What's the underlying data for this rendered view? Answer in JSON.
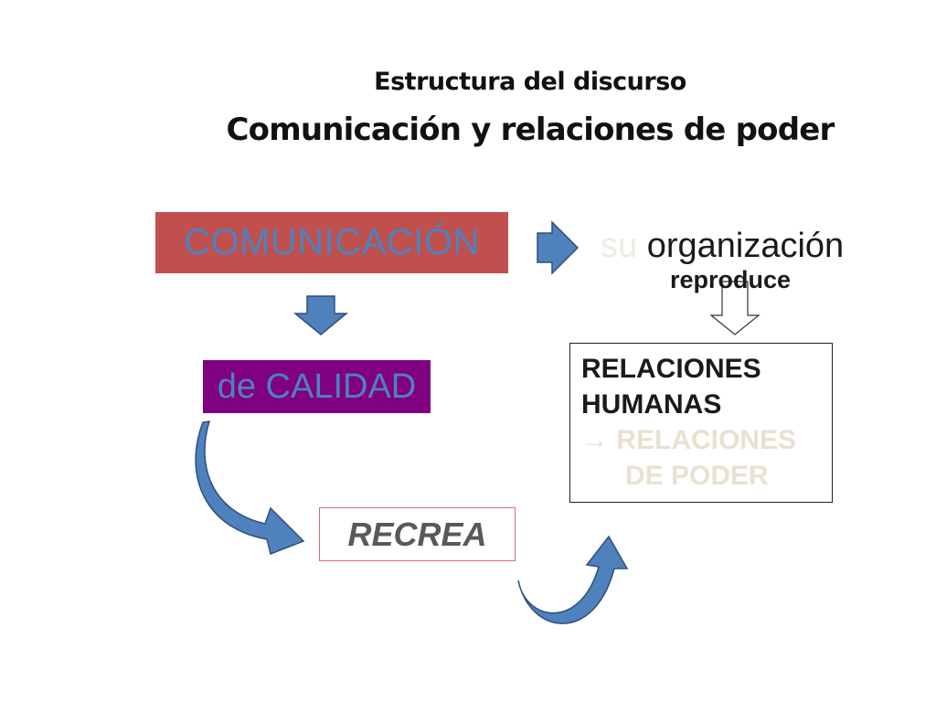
{
  "title": {
    "line1": "Estructura del discurso",
    "line2": "Comunicación y relaciones de poder"
  },
  "nodes": {
    "comunicacion": "COMUNICACIÓN",
    "calidad": "de CALIDAD",
    "recrea": "RECREA",
    "su": "su",
    "organizacion": "organización",
    "reproduce": "reproduce",
    "relaciones": {
      "line1": "RELACIONES",
      "line2": "HUMANAS",
      "arrow_glyph": "→",
      "line3": "RELACIONES",
      "line4": "DE PODER"
    }
  },
  "colors": {
    "comunicacion_fill": "#c0504d",
    "calidad_fill": "#7f0080",
    "node_text_blue": "#4f81bd",
    "arrow_fill": "#4f81bd",
    "arrow_stroke": "#2f4f7f",
    "light_text": "#e7e2d0"
  }
}
